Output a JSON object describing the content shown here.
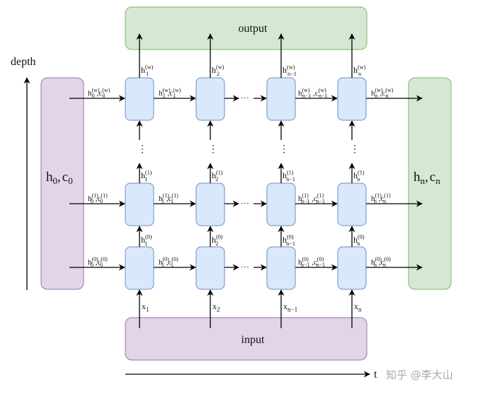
{
  "title": "Stacked (multi-layer) RNN/LSTM unrolled over time",
  "colors": {
    "output_fill": "#d5e8d4",
    "output_stroke": "#82b366",
    "input_fill": "#e1d5e7",
    "input_stroke": "#9673a6",
    "cell_fill": "#dae8fc",
    "cell_stroke": "#6c8ebf",
    "arrow": "#000000",
    "watermark": "#a9a9a9"
  },
  "output_box": {
    "label": "output"
  },
  "input_box": {
    "label": "input"
  },
  "initial_state_box": {
    "label_main": "h",
    "label_sub": "0",
    "label_sep": ",",
    "label_main2": "c",
    "label_sub2": "0"
  },
  "final_state_box": {
    "label_main": "h",
    "label_sub": "n",
    "label_sep": ",",
    "label_main2": "c",
    "label_sub2": "n"
  },
  "axes": {
    "depth_label": "depth",
    "time_label": "t"
  },
  "columns": [
    {
      "x_label": "x",
      "x_sub": "1",
      "h_sub": "1"
    },
    {
      "x_label": "x",
      "x_sub": "2",
      "h_sub": "2"
    },
    {
      "x_label": "x",
      "x_sub": "n−1",
      "h_sub": "n−1"
    },
    {
      "x_label": "x",
      "x_sub": "n",
      "h_sub": "n"
    }
  ],
  "layers": [
    {
      "name": "top",
      "sup": "(w)"
    },
    {
      "name": "layer1",
      "sup": "(1)"
    },
    {
      "name": "layer0",
      "sup": "(0)"
    }
  ],
  "horizontal_state_labels": {
    "from_initial_sub": "0",
    "between_12_sub": "1",
    "between_n1n_sub": "n−1",
    "to_final_sub": "n"
  },
  "ellipsis_h": "···",
  "ellipsis_v": "⋮",
  "watermark": "知乎 @李大山"
}
